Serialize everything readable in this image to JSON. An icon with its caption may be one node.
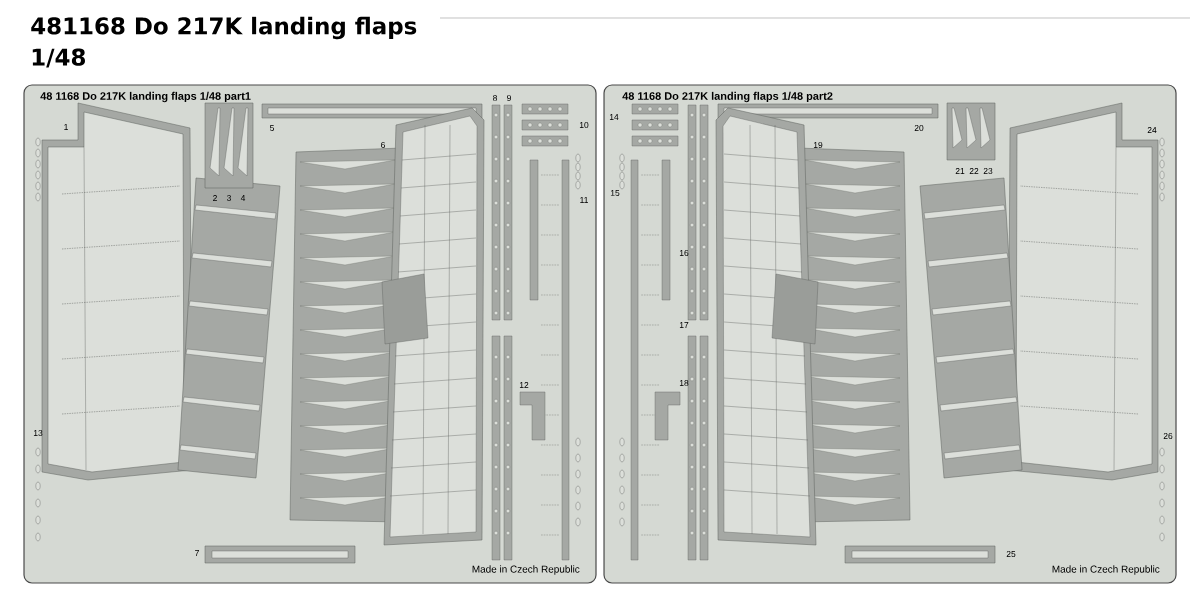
{
  "diagram": {
    "title": "481168 Do 217K landing flaps",
    "labels": [
      "1/48",
      "48 1168 Do 217K landing flaps 1/48 part1",
      "8",
      "9",
      "1",
      "5",
      "10",
      "6",
      "2",
      "3",
      "4",
      "11",
      "12",
      "13",
      "7",
      "Made in Czech Republic",
      "48 1168 Do 217K landing flaps 1/48 part2",
      "14",
      "20",
      "24",
      "19",
      "21",
      "22",
      "23",
      "15",
      "16",
      "17",
      "18",
      "26",
      "25",
      "Made in Czech Republic"
    ]
  }
}
